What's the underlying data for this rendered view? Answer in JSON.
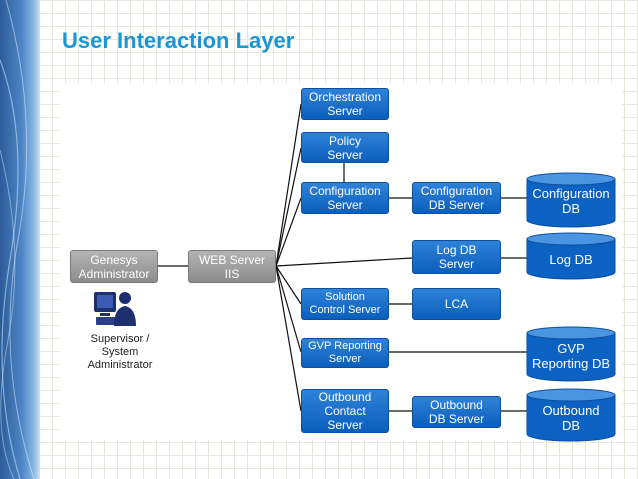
{
  "title": "User Interaction Layer",
  "diagram": {
    "genesys_admin": "Genesys\nAdministrator",
    "web_server": "WEB Server\nIIS",
    "orchestration_server": "Orchestration\nServer",
    "policy_server": "Policy\nServer",
    "configuration_server": "Configuration\nServer",
    "configuration_db_server": "Configuration\nDB Server",
    "configuration_db": "Configuration\nDB",
    "log_db_server": "Log DB\nServer",
    "log_db": "Log DB",
    "solution_control_server": "Solution\nControl Server",
    "lca": "LCA",
    "gvp_reporting_server": "GVP Reporting\nServer",
    "gvp_reporting_db": "GVP\nReporting DB",
    "outbound_contact_server": "Outbound\nContact\nServer",
    "outbound_db_server": "Outbound\nDB Server",
    "outbound_db": "Outbound\nDB",
    "person_label": "Supervisor /\nSystem\nAdministrator",
    "colors": {
      "box_blue": "#0a5fbd",
      "box_gray": "#8c8c8c",
      "title": "#1b95d3"
    }
  }
}
